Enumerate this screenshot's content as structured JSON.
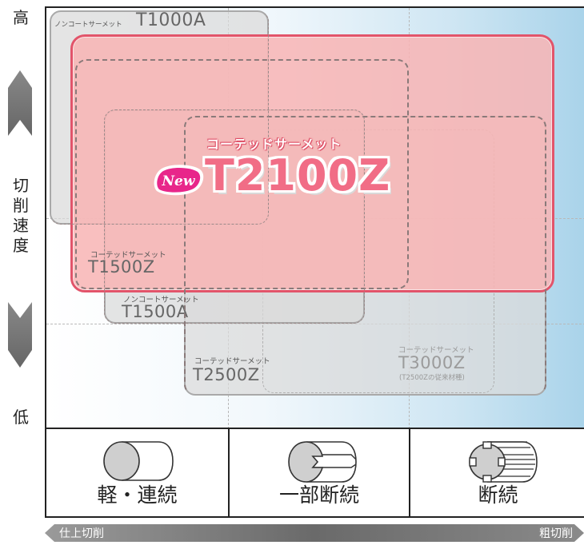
{
  "axis": {
    "y_high": "高",
    "y_low": "低",
    "y_title": [
      "切",
      "削",
      "速",
      "度"
    ],
    "x_left": "仕上切削",
    "x_right": "粗切削"
  },
  "products": {
    "t1000a": {
      "subtitle": "ノンコートサーメット",
      "name": "T1000A"
    },
    "t2100z": {
      "subtitle": "コーテッドサーメット",
      "name": "T2100Z",
      "badge": "New"
    },
    "t1500z": {
      "subtitle": "コーテッドサーメット",
      "name": "T1500Z"
    },
    "t1500a": {
      "subtitle": "ノンコートサーメット",
      "name": "T1500A"
    },
    "t2500z": {
      "subtitle": "コーテッドサーメット",
      "name": "T2500Z"
    },
    "t3000z": {
      "subtitle": "コーテッドサーメット",
      "name": "T3000Z",
      "note": "(T2500Zの従来材種)"
    }
  },
  "categories": [
    {
      "label": "軽・連続",
      "icon": "solid-cylinder-icon"
    },
    {
      "label": "一部断続",
      "icon": "grooved-cylinder-icon"
    },
    {
      "label": "断続",
      "icon": "multi-grooved-cylinder-icon"
    }
  ],
  "colors": {
    "highlight_fill": "#f8b4b4",
    "highlight_border": "#e2546a",
    "gray_fill": "#dadada",
    "arrow_gray": "#777777",
    "badge": "#e8268a"
  }
}
